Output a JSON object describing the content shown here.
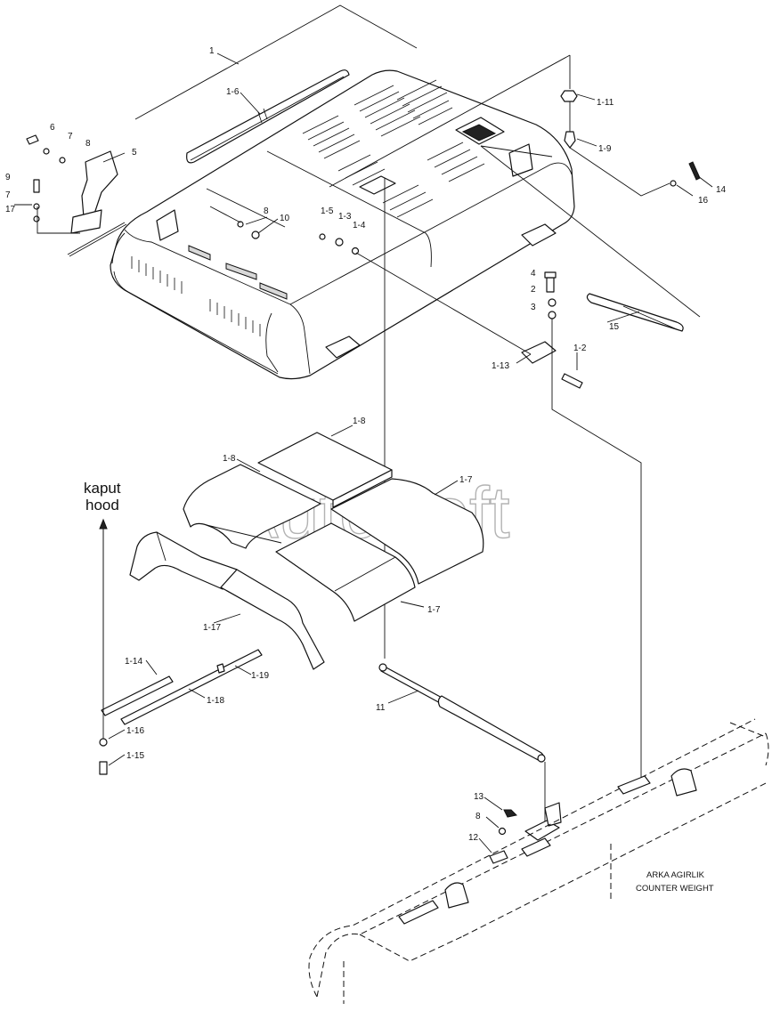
{
  "watermark": "AutoSoft",
  "direction_label": {
    "line1": "kaput",
    "line2": "hood"
  },
  "counterweight_label": {
    "line1": "ARKA AGIRLIK",
    "line2": "COUNTER WEIGHT"
  },
  "part_labels": {
    "p1": "1",
    "p1_6": "1-6",
    "p6": "6",
    "p7a": "7",
    "p8a": "8",
    "p5": "5",
    "p9": "9",
    "p7b": "7",
    "p17": "17",
    "p8b": "8",
    "p10": "10",
    "p1_5": "1-5",
    "p1_3": "1-3",
    "p1_4": "1-4",
    "p1_11": "1-11",
    "p1_9": "1-9",
    "p14": "14",
    "p16": "16",
    "p4": "4",
    "p2": "2",
    "p3": "3",
    "p15": "15",
    "p1_2": "1-2",
    "p1_13": "1-13",
    "p1_8a": "1-8",
    "p1_8b": "1-8",
    "p1_7a": "1-7",
    "p1_17": "1-17",
    "p1_7b": "1-7",
    "p1_14": "1-14",
    "p1_19": "1-19",
    "p1_18": "1-18",
    "p1_16": "1-16",
    "p1_15": "1-15",
    "p11": "11",
    "p13": "13",
    "p8c": "8",
    "p12": "12"
  }
}
